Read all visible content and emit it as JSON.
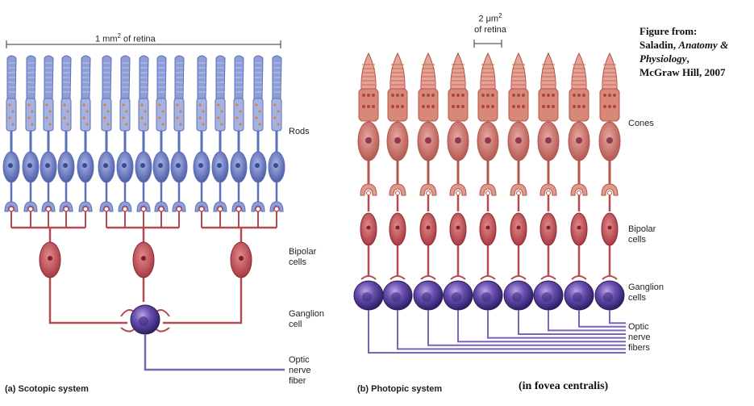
{
  "scale_left": {
    "label": "1 mm",
    "sup": "2",
    "rest": " of retina"
  },
  "scale_right": {
    "line1_a": "2 μm",
    "sup": "2",
    "line2": "of retina"
  },
  "labels": {
    "rods": "Rods",
    "bipolar_left": [
      "Bipolar",
      "cells"
    ],
    "ganglion_left": [
      "Ganglion",
      "cell"
    ],
    "optic_left": [
      "Optic",
      "nerve",
      "fiber"
    ],
    "cones": "Cones",
    "bipolar_right": [
      "Bipolar",
      "cells"
    ],
    "ganglion_right": [
      "Ganglion",
      "cells"
    ],
    "optic_right": [
      "Optic",
      "nerve",
      "fibers"
    ]
  },
  "captions": {
    "left_prefix": "(a) ",
    "left_title": "Scotopic system",
    "right_prefix": "(b) ",
    "right_title": "Photopic system"
  },
  "credit": {
    "line1": "Figure from:",
    "line2_a": "Saladin, ",
    "line2_b": "Anatomy &",
    "line3_a": "Physiology",
    "line3_b": ",",
    "line4": "McGraw Hill, 2007"
  },
  "note": "(in fovea centralis)",
  "colors": {
    "rod_fill": "#8f9fd6",
    "rod_dark": "#5d6fb8",
    "cone_fill": "#d98c7a",
    "cone_dark": "#b3574a",
    "bipolar_fill": "#c9585c",
    "ganglion_fill": "#5a3f9e",
    "fiber": "#7b64b8",
    "red_line": "#b54a50"
  },
  "counts": {
    "rods": 15,
    "cones": 9
  }
}
